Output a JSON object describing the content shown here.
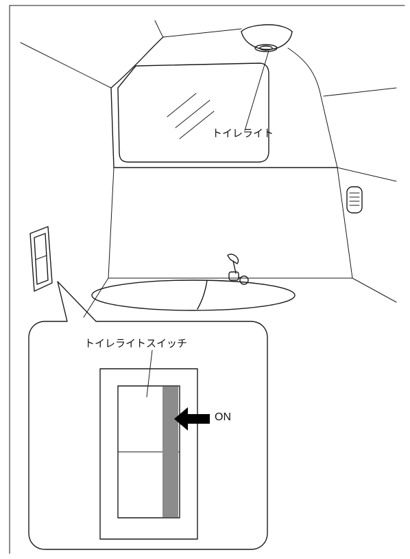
{
  "labels": {
    "toilet_light": "トイレライト",
    "toilet_light_switch": "トイレライトスイッチ",
    "on": "ON"
  },
  "switch_state": "ON",
  "colors": {
    "line": "#1a1a1a",
    "indicator": "#8c8c8c",
    "background": "#ffffff"
  }
}
